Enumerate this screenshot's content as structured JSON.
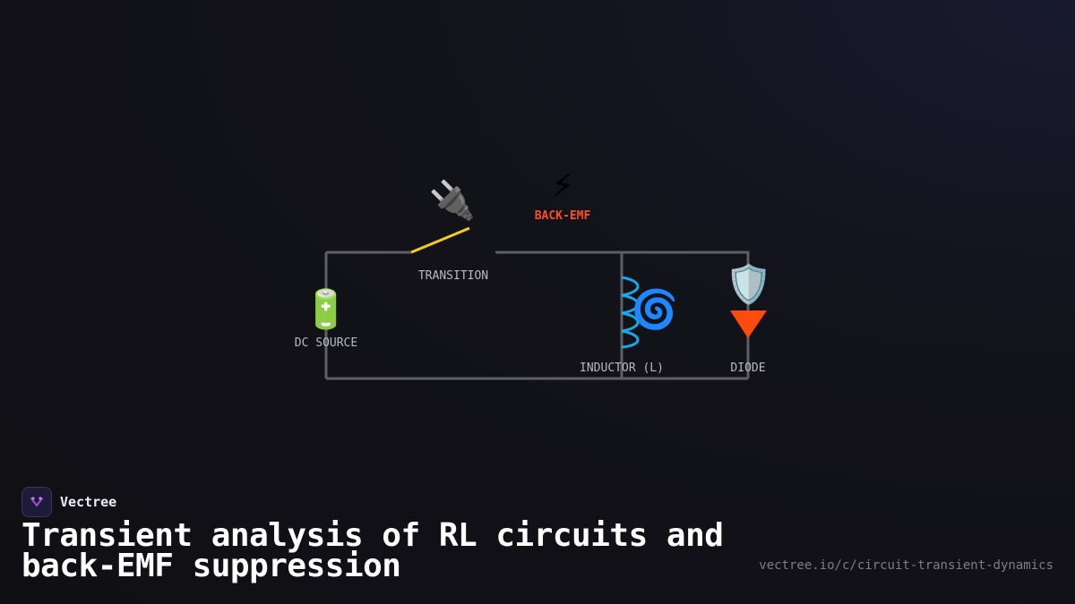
{
  "diagram": {
    "labels": {
      "dc_source": "DC SOURCE",
      "transition": "TRANSITION",
      "back_emf": "BACK-EMF",
      "inductor": "INDUCTOR (L)",
      "diode": "DIODE"
    },
    "emoji": {
      "battery": "🔋",
      "plug": "🔌",
      "lightning": "⚡",
      "cyclone": "🌀",
      "shield": "🛡️"
    },
    "colors": {
      "wire": "#5e5e66",
      "switch": "#f5cc1c",
      "coil": "#1aa7e6",
      "diode": "#ff4a0d",
      "back_emf": "#ff4d1f"
    }
  },
  "footer": {
    "brand": "Vectree",
    "title": "Transient analysis of RL circuits and back-EMF suppression",
    "url": "vectree.io/c/circuit-transient-dynamics"
  }
}
